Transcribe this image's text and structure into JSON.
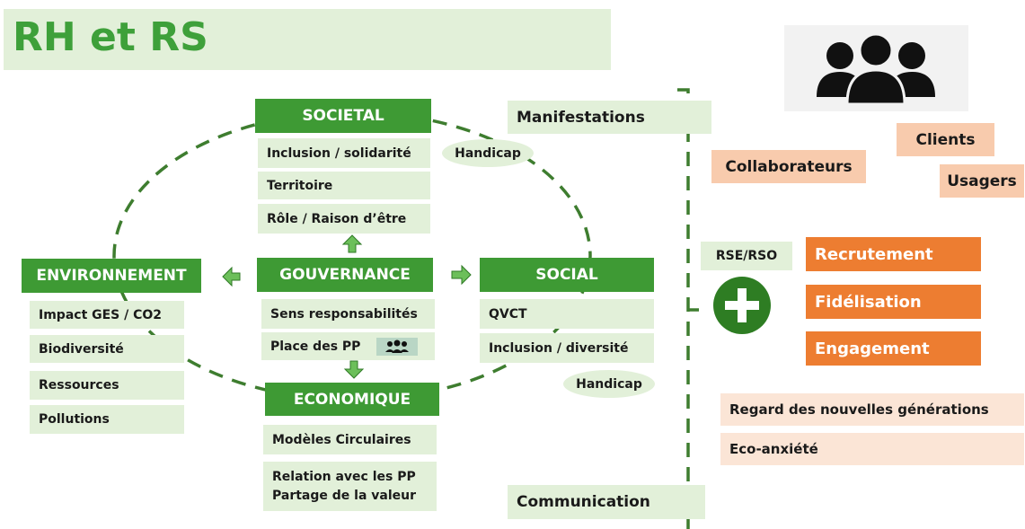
{
  "title": "RH et RS",
  "icons": {
    "people": "people-group-icon",
    "plus": "plus-circle-icon",
    "small_people": "people-icon",
    "arrow": "arrow-icon"
  },
  "colors": {
    "green": "#3e9a34",
    "light_green": "#e2f0d9",
    "orange": "#ed7d31",
    "peach": "#f8cbad",
    "light_peach": "#fbe5d6"
  },
  "societal": {
    "header": "SOCIETAL",
    "items": [
      "Inclusion / solidarité",
      "Territoire",
      "Rôle / Raison d’être"
    ],
    "tag": "Handicap"
  },
  "environnement": {
    "header": "ENVIRONNEMENT",
    "items": [
      "Impact GES / CO2",
      "Biodiversité",
      "Ressources",
      "Pollutions"
    ]
  },
  "gouvernance": {
    "header": "GOUVERNANCE",
    "items": [
      "Sens responsabilités",
      "Place des PP"
    ]
  },
  "social": {
    "header": "SOCIAL",
    "items": [
      "QVCT",
      "Inclusion / diversité"
    ],
    "tag": "Handicap"
  },
  "economique": {
    "header": "ECONOMIQUE",
    "items": [
      "Modèles Circulaires"
    ],
    "relation_lines": [
      "Relation avec les PP",
      "Partage de la valeur"
    ]
  },
  "side": {
    "manifestations": "Manifestations",
    "communication": "Communication",
    "rse": "RSE/RSO"
  },
  "stakeholders": [
    "Collaborateurs",
    "Clients",
    "Usagers"
  ],
  "outcomes": [
    "Recrutement",
    "Fidélisation",
    "Engagement"
  ],
  "notes": [
    "Regard des nouvelles générations",
    "Eco-anxiété"
  ]
}
